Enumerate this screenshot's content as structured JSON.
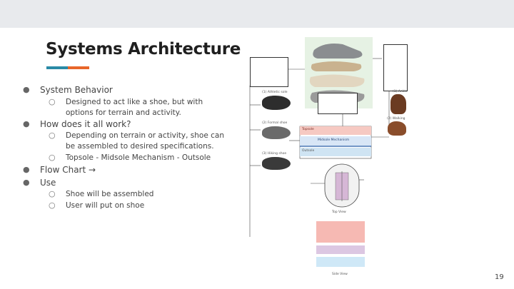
{
  "slide": {
    "title": "Systems Architecture",
    "page_number": "19",
    "bullets": [
      {
        "text": "System Behavior",
        "children": [
          "Designed to act like a shoe, but with options for terrain and activity."
        ]
      },
      {
        "text": "How does it all work?",
        "children": [
          "Depending on terrain or activity, shoe can be assembled to desired specifications.",
          "Topsole - Midsole Mechanism - Outsole"
        ]
      },
      {
        "text": "Flow Chart →",
        "children": []
      },
      {
        "text": "Use",
        "children": [
          "Shoe will be assembled",
          "User will put on shoe"
        ]
      }
    ],
    "bullet_glyph": "●",
    "sub_bullet_glyph": "○"
  },
  "diagram": {
    "labels": {
      "outsole_top": "(1) Athletic sole",
      "outsole_mid": "(2) Formal shoe",
      "outsole_bot": "(3) Hiking shoe",
      "topsole": "Topsole",
      "midsole": "Midsole Mechanism",
      "outsole": "Outsole",
      "top_view": "Top View",
      "side_view": "Side View",
      "right_top": "(1) Ankle",
      "right_mid": "(2) Walking"
    }
  },
  "colors": {
    "accent_teal": "#2a8aa6",
    "accent_orange": "#e8662a",
    "topbar": "#e8eaed"
  }
}
